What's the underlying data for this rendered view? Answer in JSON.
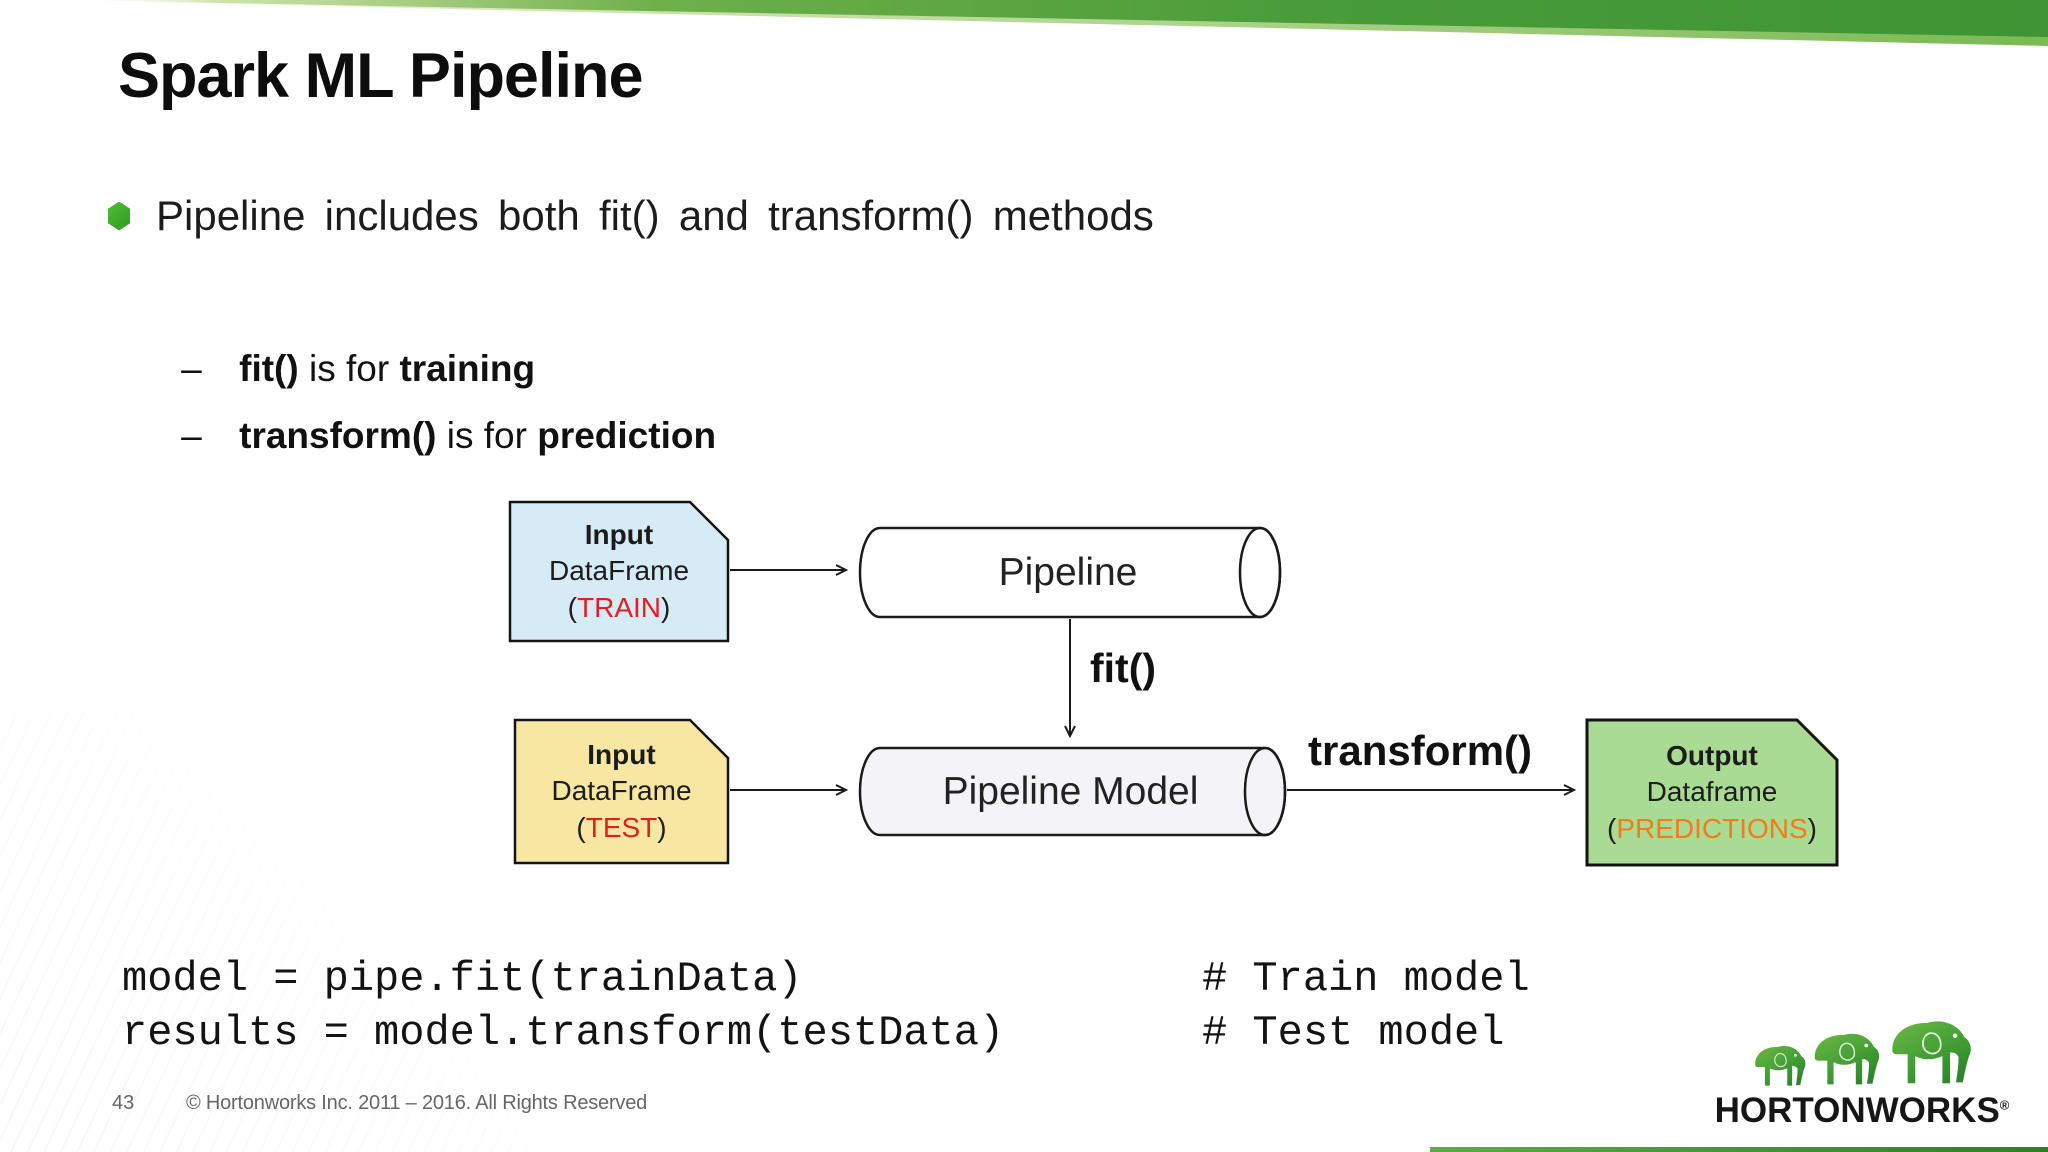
{
  "slide": {
    "title": "Spark ML Pipeline",
    "page_number": "43",
    "copyright": "© Hortonworks Inc. 2011 – 2016. All Rights Reserved"
  },
  "bullet": {
    "text": "Pipeline includes both fit() and transform() methods"
  },
  "sub_bullets": [
    {
      "dash": "–",
      "code": "fit()",
      "mid": " is for ",
      "emph": "training"
    },
    {
      "dash": "–",
      "code": "transform()",
      "mid": " is for ",
      "emph": "prediction"
    }
  ],
  "diagram": {
    "train_box": {
      "title": "Input",
      "subtitle": "DataFrame",
      "open": "(",
      "tag": "TRAIN",
      "close": ")"
    },
    "test_box": {
      "title": "Input",
      "subtitle": "DataFrame",
      "open": "(",
      "tag": "TEST",
      "close": ")"
    },
    "output_box": {
      "title": "Output",
      "subtitle": "Dataframe",
      "open": "(",
      "tag": "PREDICTIONS",
      "close": ")"
    },
    "pipeline": "Pipeline",
    "pipeline_model": "Pipeline Model",
    "fit": "fit()",
    "transform": "transform()",
    "colors": {
      "train_fill": "#d6ebf5",
      "test_fill": "#f8e7a3",
      "output_fill": "#aadb94",
      "tag_red": "#e31e1e",
      "tag_orange": "#ef7d1a",
      "accent_green": "#3f9c35"
    }
  },
  "code": {
    "line1": "model = pipe.fit(trainData)",
    "comment1": "# Train model",
    "line2": "results = model.transform(testData)",
    "comment2": "# Test model"
  },
  "logo": {
    "brand": "HORTONWORKS",
    "registered": "®"
  }
}
